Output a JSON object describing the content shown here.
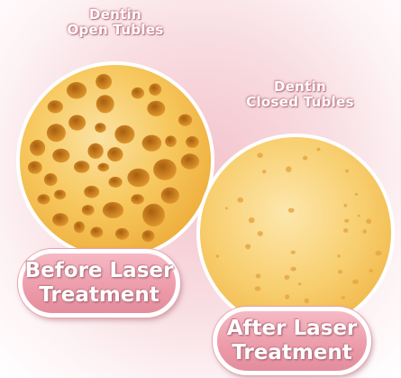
{
  "before": {
    "title_line1": "Dentin",
    "title_line2": "Open Tubles",
    "label_line1": "Before Laser",
    "label_line2": "Treatment"
  },
  "after": {
    "title_line1": "Dentin",
    "title_line2": "Closed Tubles",
    "label_line1": "After Laser",
    "label_line2": "Treatment"
  },
  "colors": {
    "circle_fill": "#f7c85e",
    "open_hole": "#d88a20",
    "closed_hole": "#e8b048",
    "badge_pink": "#ec9aa9",
    "background_pink": "#f4c3cc"
  }
}
